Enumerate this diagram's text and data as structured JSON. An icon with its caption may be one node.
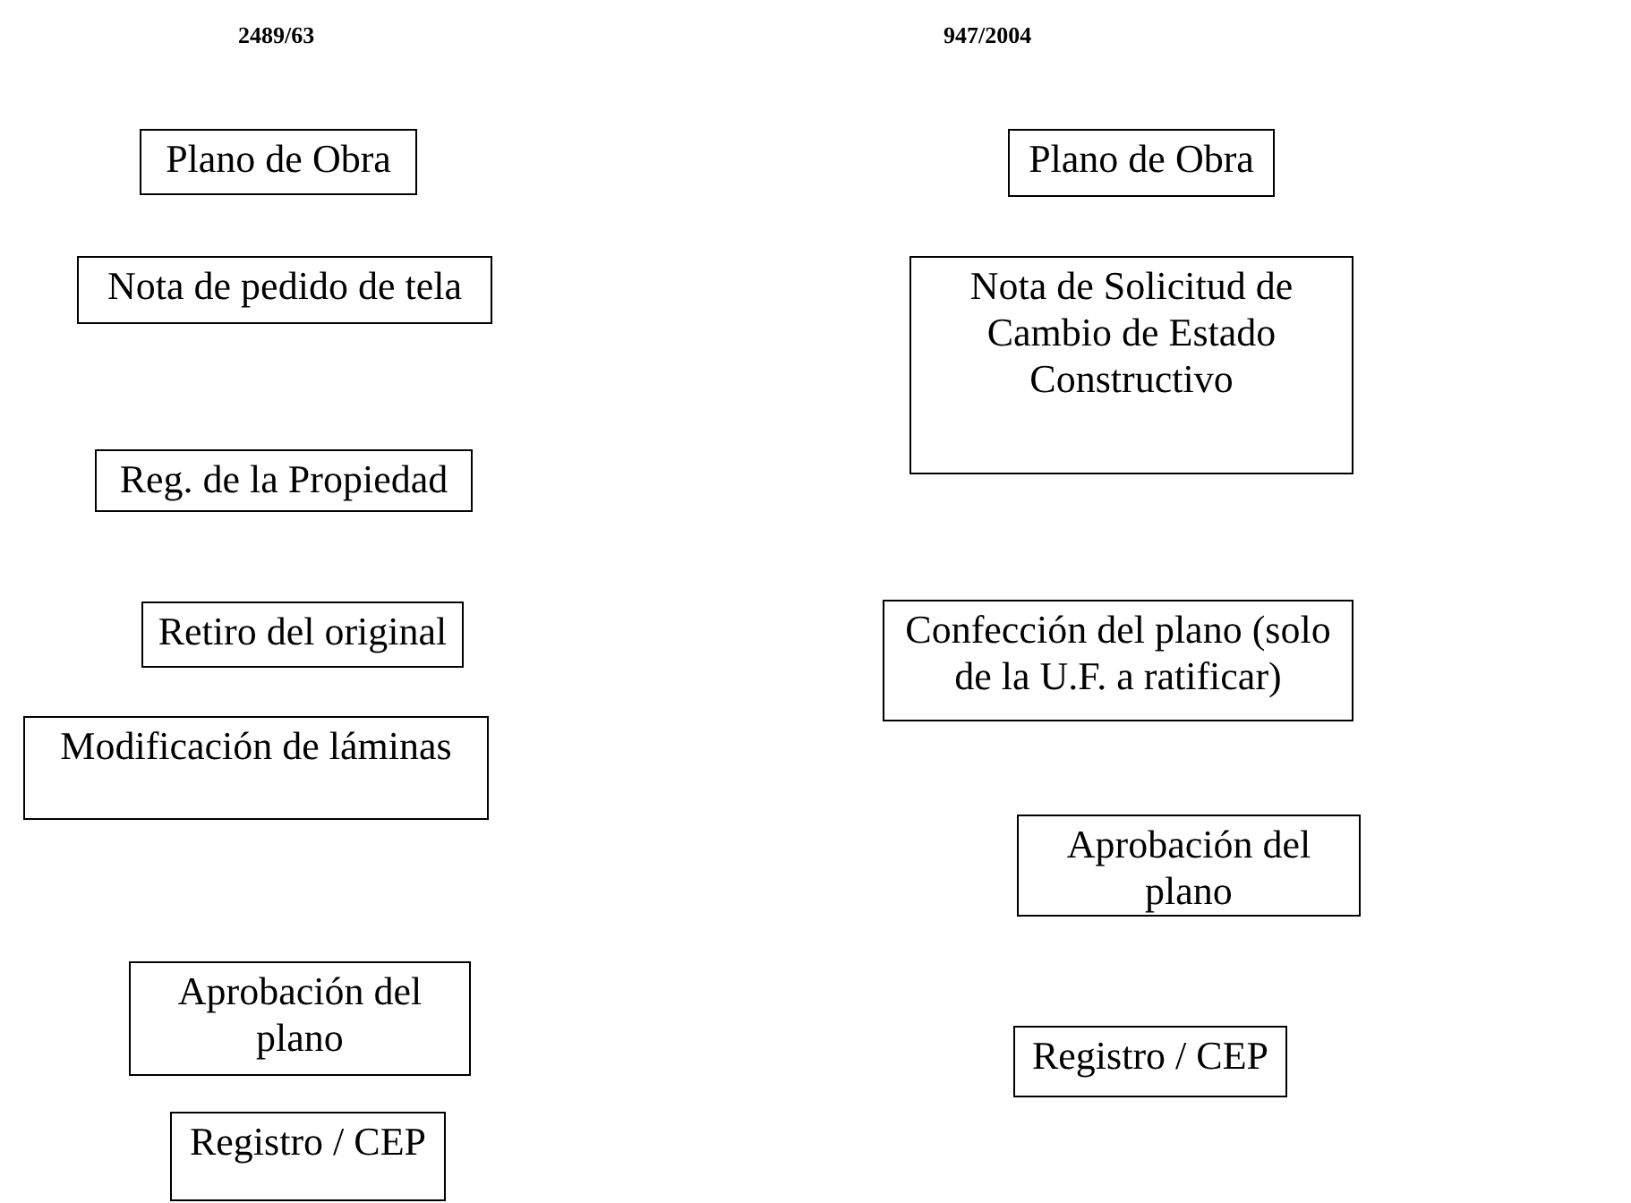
{
  "diagram": {
    "nodes": [
      {
        "text": [
          "Plano de Obra"
        ]
      },
      {
        "text": [
          "Nota de pedido de tela"
        ]
      },
      {
        "text": [
          "Reg. de la Propiedad"
        ]
      },
      {
        "text": [
          "Retiro del original"
        ]
      },
      {
        "text": [
          "Modificación de láminas"
        ]
      },
      {
        "text": [
          "Aprobación del plano"
        ]
      },
      {
        "text": [
          "Registro / CEP"
        ]
      },
      {
        "text": [
          "Plano de Obra"
        ]
      },
      {
        "text": [
          "Nota de Solicitud de Cambio de Estado Constructivo"
        ]
      },
      {
        "text": [
          "Confección del plano (solo de la U.F. a ratificar)"
        ]
      },
      {
        "text": [
          "Aprobación del plano"
        ]
      },
      {
        "text": [
          "Registro / CEP"
        ]
      }
    ],
    "labels": [
      "2489/63",
      "947/2004"
    ]
  }
}
